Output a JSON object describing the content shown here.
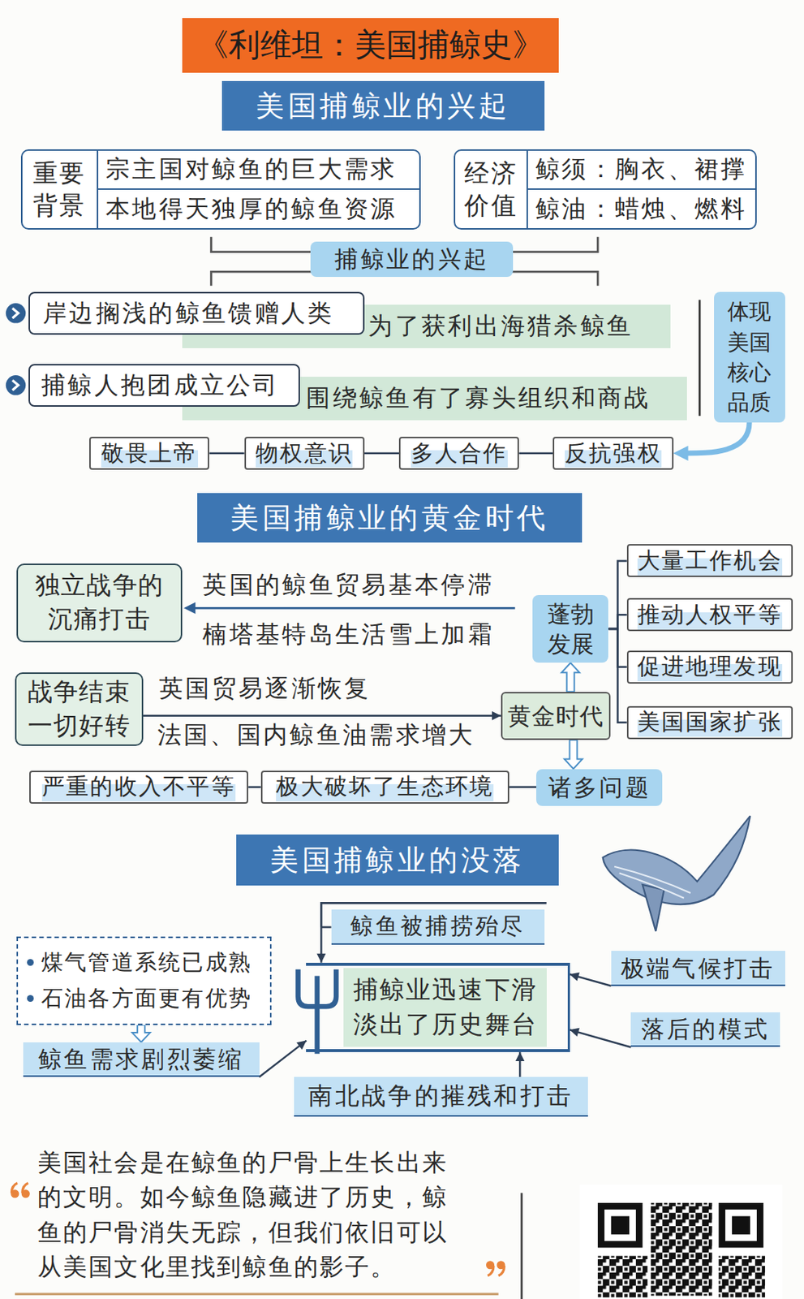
{
  "diagram": {
    "title": "《利维坦：美国捕鲸史》",
    "caption": "美国社会是在鲸鱼的尸骨上生长出来的文明。如今鲸鱼隐藏进了历史，鲸鱼的尸骨消失无踪，但我们依旧可以从美国文化里找到鲸鱼的影子。",
    "nodes": [
      {
        "text": [
          "美国捕鲸业的兴起"
        ]
      },
      {
        "text": [
          "重要背景",
          "宗主国对鲸鱼的巨大需求",
          "本地得天独厚的鲸鱼资源"
        ]
      },
      {
        "text": [
          "经济价值",
          "鲸须：胸衣、裙撑",
          "鲸油：蜡烛、燃料"
        ]
      },
      {
        "text": [
          "捕鲸业的兴起"
        ]
      },
      {
        "text": [
          "岸边搁浅的鲸鱼馈赠人类"
        ]
      },
      {
        "text": [
          "为了获利出海猎杀鲸鱼"
        ]
      },
      {
        "text": [
          "捕鲸人抱团成立公司"
        ]
      },
      {
        "text": [
          "围绕鲸鱼有了寡头组织和商战"
        ]
      },
      {
        "text": [
          "体现美国核心品质"
        ]
      },
      {
        "text": [
          "敬畏上帝"
        ]
      },
      {
        "text": [
          "物权意识"
        ]
      },
      {
        "text": [
          "多人合作"
        ]
      },
      {
        "text": [
          "反抗强权"
        ]
      },
      {
        "text": [
          "美国捕鲸业的黄金时代"
        ]
      },
      {
        "text": [
          "独立战争的沉痛打击"
        ]
      },
      {
        "text": [
          "战争结束一切好转"
        ]
      },
      {
        "text": [
          "蓬勃发展"
        ]
      },
      {
        "text": [
          "黄金时代"
        ]
      },
      {
        "text": [
          "诸多问题"
        ]
      },
      {
        "text": [
          "大量工作机会"
        ]
      },
      {
        "text": [
          "推动人权平等"
        ]
      },
      {
        "text": [
          "促进地理发现"
        ]
      },
      {
        "text": [
          "美国国家扩张"
        ]
      },
      {
        "text": [
          "严重的收入不平等"
        ]
      },
      {
        "text": [
          "极大破坏了生态环境"
        ]
      },
      {
        "text": [
          "美国捕鲸业的没落"
        ]
      },
      {
        "text": [
          "鲸鱼被捕捞殆尽"
        ]
      },
      {
        "text": [
          "煤气管道系统已成熟",
          "石油各方面更有优势"
        ]
      },
      {
        "text": [
          "鲸鱼需求剧烈萎缩"
        ]
      },
      {
        "text": [
          "捕鲸业迅速下滑 淡出了历史舞台"
        ]
      },
      {
        "text": [
          "极端气候打击"
        ]
      },
      {
        "text": [
          "落后的模式"
        ]
      },
      {
        "text": [
          "南北战争的摧残和打击"
        ]
      }
    ],
    "edges": [
      {
        "from": 8,
        "to": 12,
        "arrow": "to"
      },
      {
        "from": 9,
        "to": 10,
        "arrow": "none"
      },
      {
        "from": 10,
        "to": 11,
        "arrow": "none"
      },
      {
        "from": 11,
        "to": 12,
        "arrow": "none"
      },
      {
        "from": 15,
        "to": 17,
        "arrow": "to"
      },
      {
        "from": 17,
        "to": 16,
        "arrow": "to"
      },
      {
        "from": 17,
        "to": 18,
        "arrow": "to"
      },
      {
        "from": 16,
        "to": 19,
        "arrow": "none"
      },
      {
        "from": 16,
        "to": 20,
        "arrow": "none"
      },
      {
        "from": 16,
        "to": 21,
        "arrow": "none"
      },
      {
        "from": 16,
        "to": 22,
        "arrow": "none"
      },
      {
        "from": 24,
        "to": 18,
        "arrow": "none"
      },
      {
        "from": 23,
        "to": 24,
        "arrow": "none"
      },
      {
        "from": 26,
        "to": 29,
        "arrow": "to"
      },
      {
        "from": 27,
        "to": 28,
        "arrow": "to"
      },
      {
        "from": 28,
        "to": 29,
        "arrow": "to"
      },
      {
        "from": 30,
        "to": 29,
        "arrow": "to"
      },
      {
        "from": 31,
        "to": 29,
        "arrow": "to"
      },
      {
        "from": 32,
        "to": 29,
        "arrow": "to"
      }
    ],
    "labels": [
      "英国的鲸鱼贸易基本停滞",
      "楠塔基特岛生活雪上加霜",
      "英国贸易逐渐恢复",
      "法国、国内鲸鱼油需求增大"
    ]
  }
}
